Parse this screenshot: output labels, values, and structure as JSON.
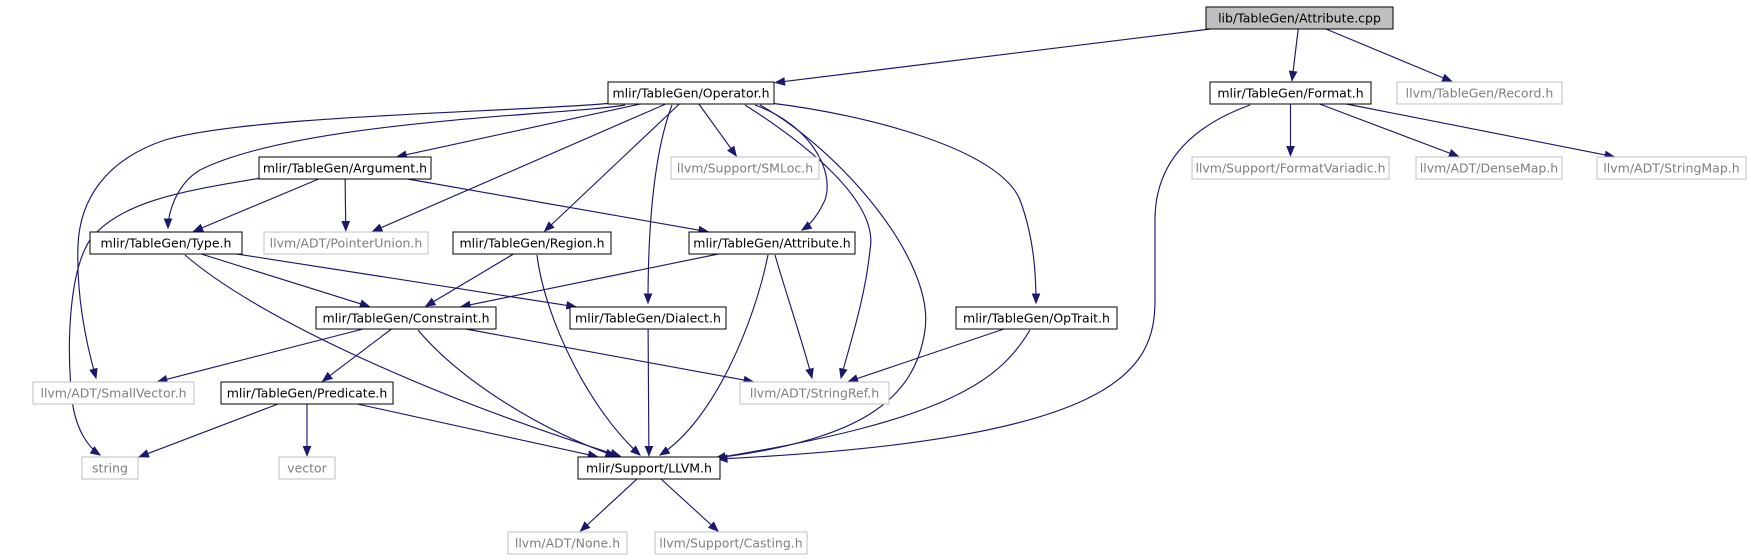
{
  "graph": {
    "nodes": [
      {
        "id": "attr_cpp",
        "label": "lib/TableGen/Attribute.cpp",
        "kind": "root"
      },
      {
        "id": "operator_h",
        "label": "mlir/TableGen/Operator.h",
        "kind": "internal"
      },
      {
        "id": "format_h",
        "label": "mlir/TableGen/Format.h",
        "kind": "internal"
      },
      {
        "id": "record_h",
        "label": "llvm/TableGen/Record.h",
        "kind": "external"
      },
      {
        "id": "argument_h",
        "label": "mlir/TableGen/Argument.h",
        "kind": "internal"
      },
      {
        "id": "smloc_h",
        "label": "llvm/Support/SMLoc.h",
        "kind": "external"
      },
      {
        "id": "formatvariadic_h",
        "label": "llvm/Support/FormatVariadic.h",
        "kind": "external"
      },
      {
        "id": "densemap_h",
        "label": "llvm/ADT/DenseMap.h",
        "kind": "external"
      },
      {
        "id": "stringmap_h",
        "label": "llvm/ADT/StringMap.h",
        "kind": "external"
      },
      {
        "id": "type_h",
        "label": "mlir/TableGen/Type.h",
        "kind": "internal"
      },
      {
        "id": "pointerunion_h",
        "label": "llvm/ADT/PointerUnion.h",
        "kind": "external"
      },
      {
        "id": "region_h",
        "label": "mlir/TableGen/Region.h",
        "kind": "internal"
      },
      {
        "id": "attribute_h",
        "label": "mlir/TableGen/Attribute.h",
        "kind": "internal"
      },
      {
        "id": "constraint_h",
        "label": "mlir/TableGen/Constraint.h",
        "kind": "internal"
      },
      {
        "id": "dialect_h",
        "label": "mlir/TableGen/Dialect.h",
        "kind": "internal"
      },
      {
        "id": "optrait_h",
        "label": "mlir/TableGen/OpTrait.h",
        "kind": "internal"
      },
      {
        "id": "smallvector_h",
        "label": "llvm/ADT/SmallVector.h",
        "kind": "external"
      },
      {
        "id": "predicate_h",
        "label": "mlir/TableGen/Predicate.h",
        "kind": "internal"
      },
      {
        "id": "stringref_h",
        "label": "llvm/ADT/StringRef.h",
        "kind": "external"
      },
      {
        "id": "string",
        "label": "string",
        "kind": "external"
      },
      {
        "id": "vector",
        "label": "vector",
        "kind": "external"
      },
      {
        "id": "llvm_h",
        "label": "mlir/Support/LLVM.h",
        "kind": "internal"
      },
      {
        "id": "none_h",
        "label": "llvm/ADT/None.h",
        "kind": "external"
      },
      {
        "id": "casting_h",
        "label": "llvm/Support/Casting.h",
        "kind": "external"
      }
    ],
    "edges": [
      {
        "from": "attr_cpp",
        "to": "operator_h"
      },
      {
        "from": "attr_cpp",
        "to": "format_h"
      },
      {
        "from": "attr_cpp",
        "to": "record_h"
      },
      {
        "from": "operator_h",
        "to": "argument_h"
      },
      {
        "from": "operator_h",
        "to": "smloc_h"
      },
      {
        "from": "operator_h",
        "to": "type_h"
      },
      {
        "from": "operator_h",
        "to": "pointerunion_h"
      },
      {
        "from": "operator_h",
        "to": "region_h"
      },
      {
        "from": "operator_h",
        "to": "attribute_h"
      },
      {
        "from": "operator_h",
        "to": "dialect_h"
      },
      {
        "from": "operator_h",
        "to": "optrait_h"
      },
      {
        "from": "operator_h",
        "to": "smallvector_h"
      },
      {
        "from": "operator_h",
        "to": "stringref_h"
      },
      {
        "from": "operator_h",
        "to": "llvm_h"
      },
      {
        "from": "format_h",
        "to": "formatvariadic_h"
      },
      {
        "from": "format_h",
        "to": "densemap_h"
      },
      {
        "from": "format_h",
        "to": "stringmap_h"
      },
      {
        "from": "format_h",
        "to": "llvm_h"
      },
      {
        "from": "argument_h",
        "to": "type_h"
      },
      {
        "from": "argument_h",
        "to": "pointerunion_h"
      },
      {
        "from": "argument_h",
        "to": "attribute_h"
      },
      {
        "from": "argument_h",
        "to": "string"
      },
      {
        "from": "type_h",
        "to": "constraint_h"
      },
      {
        "from": "type_h",
        "to": "dialect_h"
      },
      {
        "from": "type_h",
        "to": "llvm_h"
      },
      {
        "from": "region_h",
        "to": "constraint_h"
      },
      {
        "from": "region_h",
        "to": "llvm_h"
      },
      {
        "from": "attribute_h",
        "to": "constraint_h"
      },
      {
        "from": "attribute_h",
        "to": "stringref_h"
      },
      {
        "from": "attribute_h",
        "to": "llvm_h"
      },
      {
        "from": "constraint_h",
        "to": "smallvector_h"
      },
      {
        "from": "constraint_h",
        "to": "predicate_h"
      },
      {
        "from": "constraint_h",
        "to": "stringref_h"
      },
      {
        "from": "constraint_h",
        "to": "llvm_h"
      },
      {
        "from": "dialect_h",
        "to": "llvm_h"
      },
      {
        "from": "optrait_h",
        "to": "stringref_h"
      },
      {
        "from": "optrait_h",
        "to": "llvm_h"
      },
      {
        "from": "predicate_h",
        "to": "string"
      },
      {
        "from": "predicate_h",
        "to": "vector"
      },
      {
        "from": "predicate_h",
        "to": "llvm_h"
      },
      {
        "from": "llvm_h",
        "to": "none_h"
      },
      {
        "from": "llvm_h",
        "to": "casting_h"
      }
    ]
  }
}
